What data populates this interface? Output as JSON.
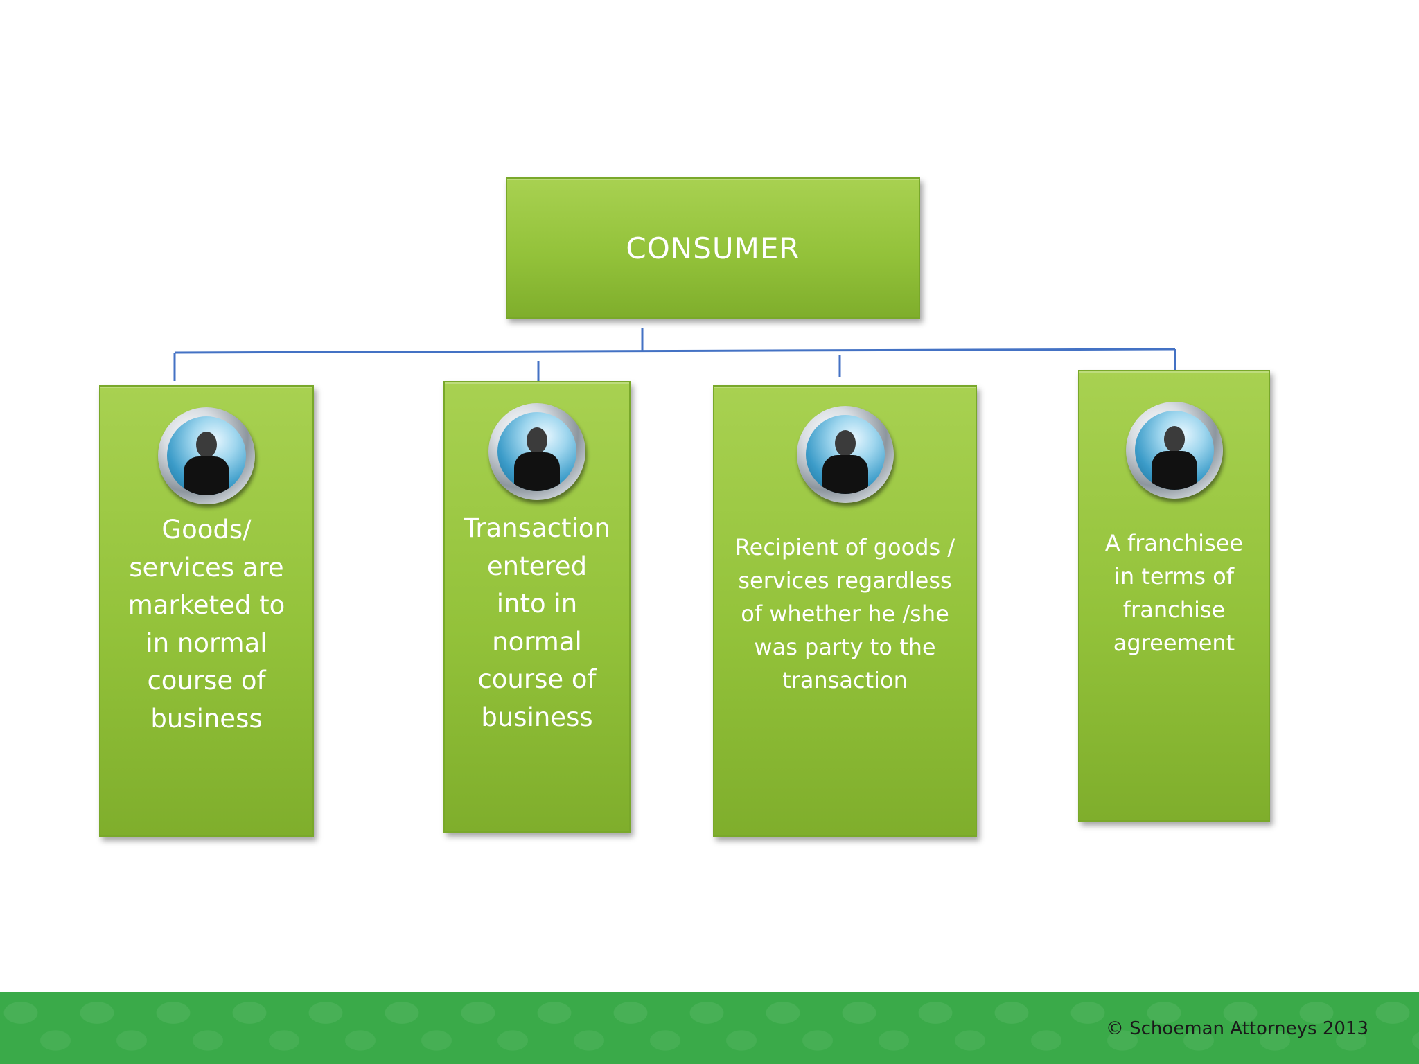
{
  "diagram": {
    "root": {
      "label": "CONSUMER"
    },
    "children": [
      {
        "text": "Goods/\nservices are\nmarketed to\nin normal\ncourse of\nbusiness"
      },
      {
        "text": "Transaction\nentered\ninto in\nnormal\ncourse of\nbusiness"
      },
      {
        "text": "Recipient of goods /\nservices  regardless\nof whether he /she\nwas party to the\ntransaction"
      },
      {
        "text": "A franchisee\nin terms of\nfranchise\nagreement"
      }
    ]
  },
  "footer": {
    "copyright": "© Schoeman Attorneys 2013"
  },
  "colors": {
    "box_fill": "#93c23a",
    "connector": "#4472c4",
    "footer": "#3aaa49"
  }
}
